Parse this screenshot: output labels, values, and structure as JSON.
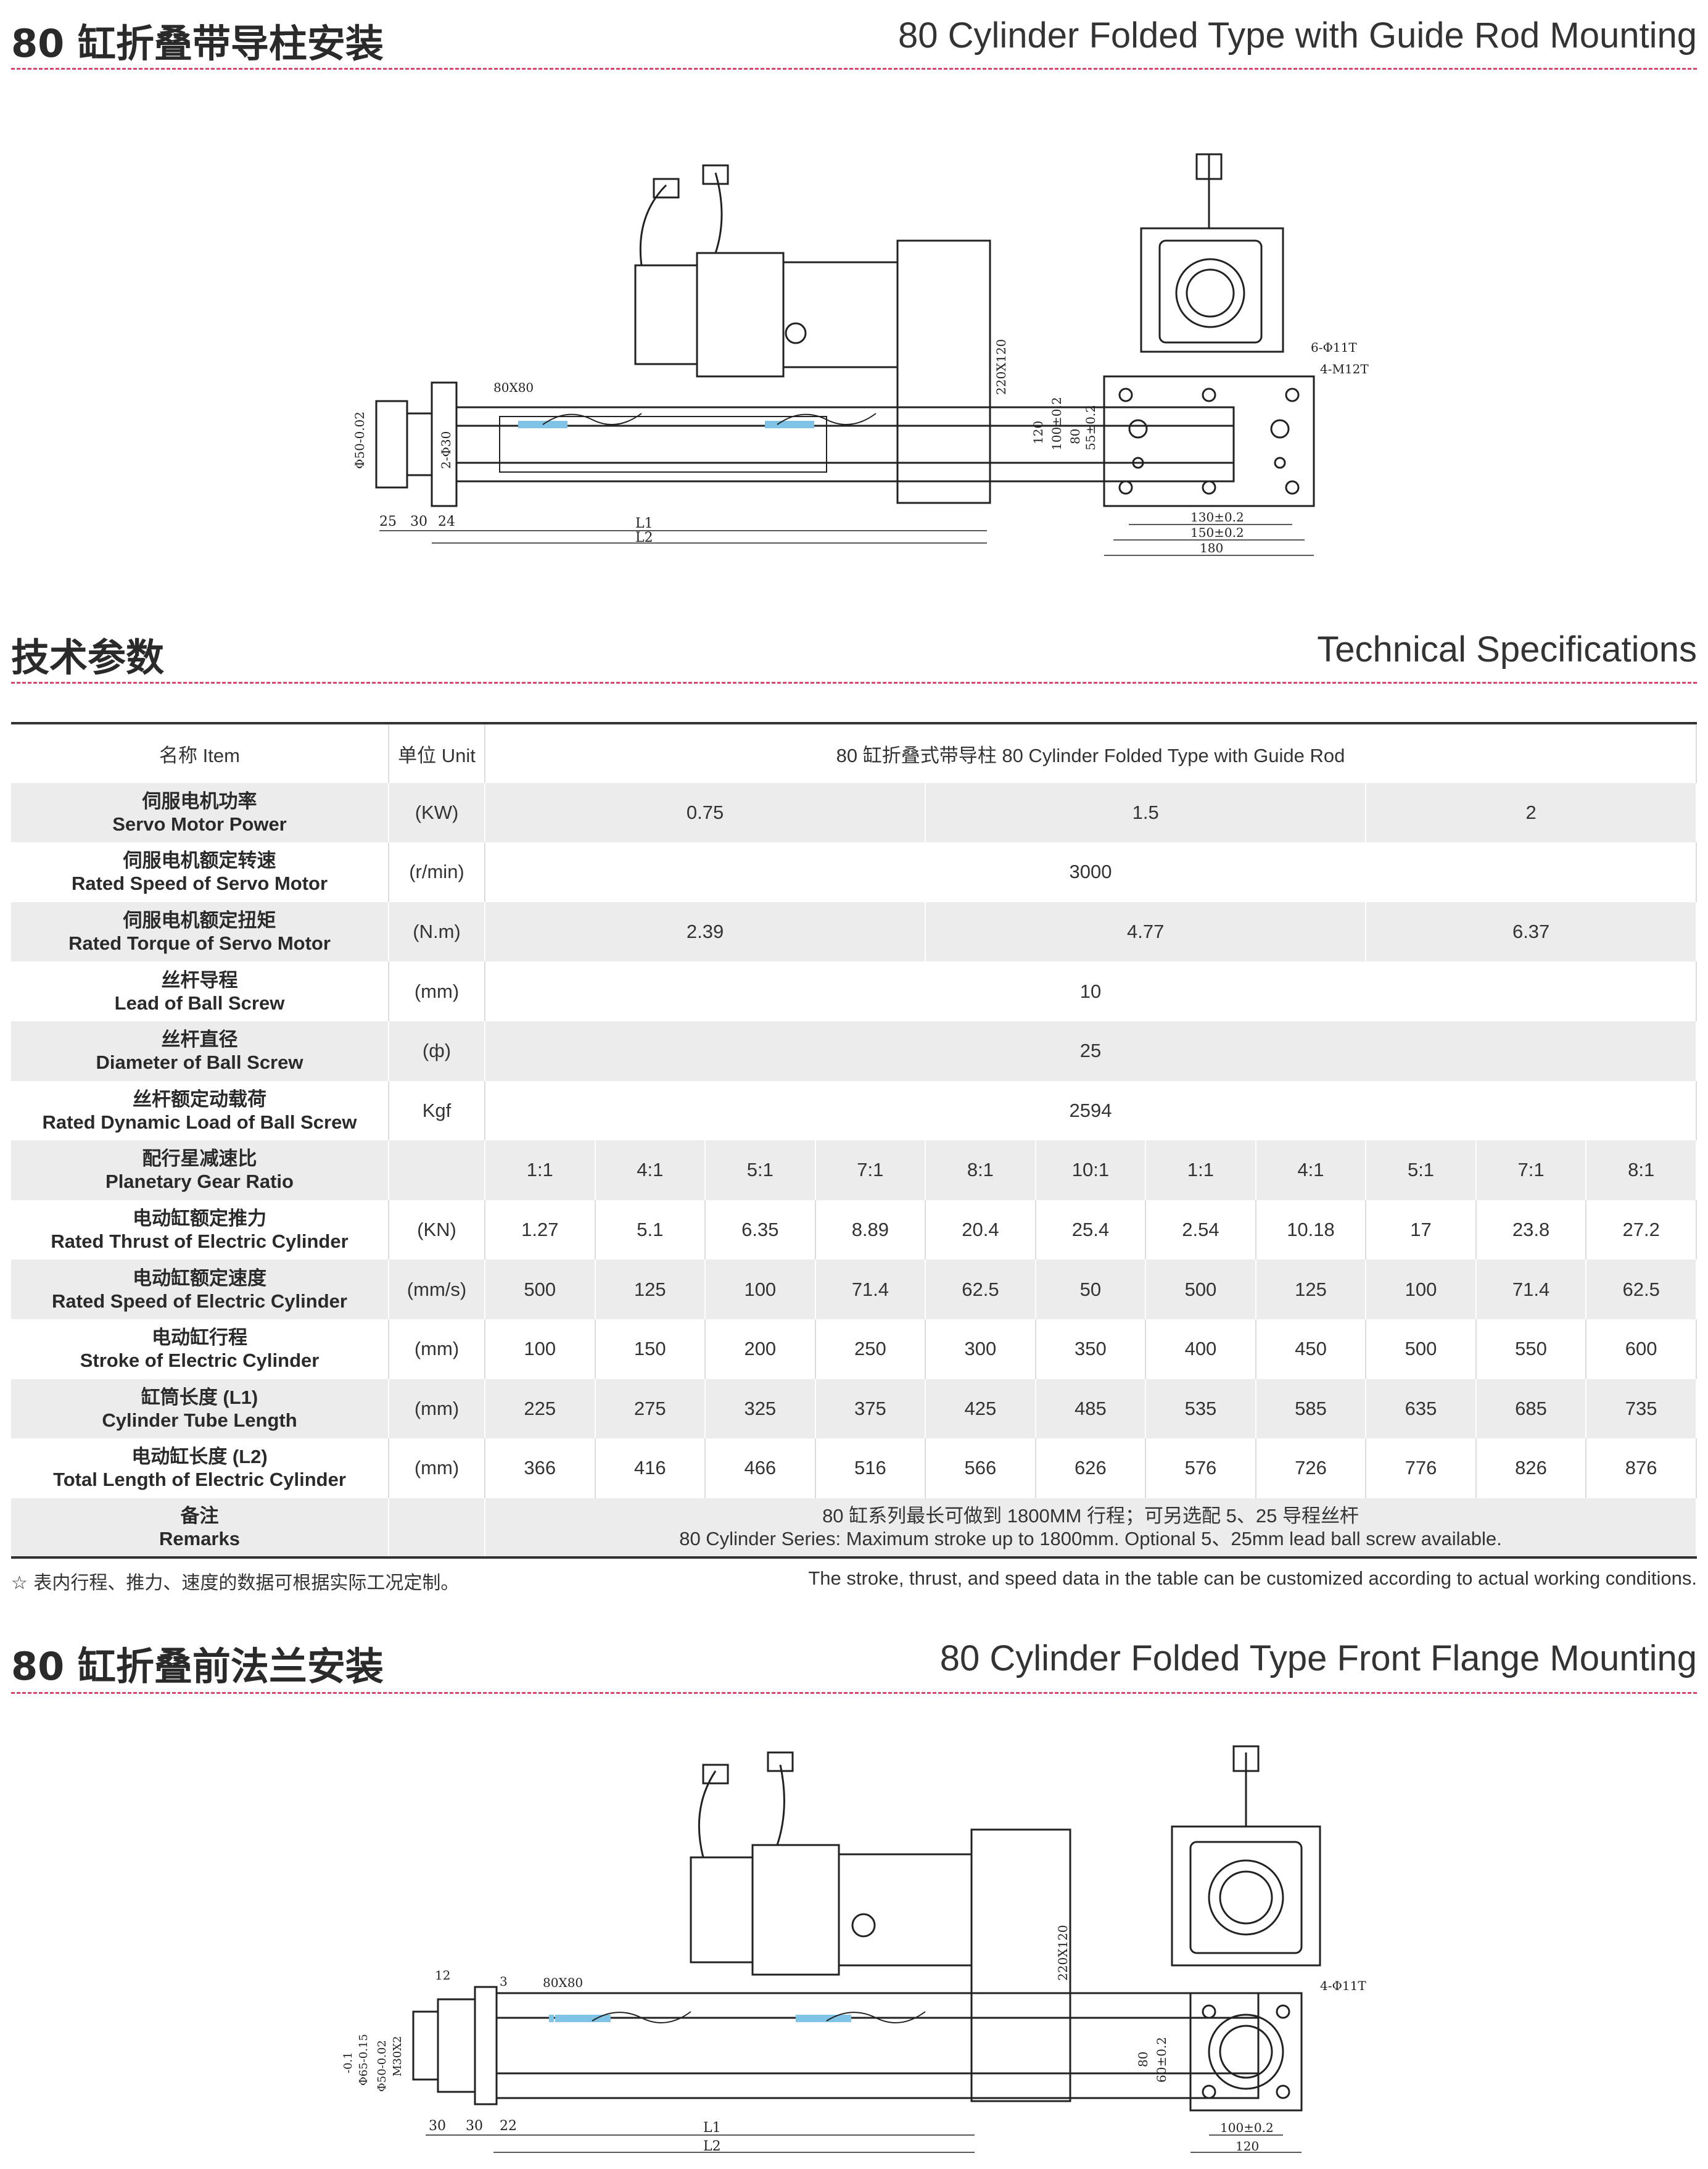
{
  "sections": {
    "guide_rod": {
      "title_cn": "80 缸折叠带导柱安装",
      "title_en": "80 Cylinder Folded Type with Guide Rod Mounting"
    },
    "specs": {
      "title_cn": "技术参数",
      "title_en": "Technical Specifications"
    },
    "front_flange": {
      "title_cn": "80 缸折叠前法兰安装",
      "title_en": "80 Cylinder Folded Type Front Flange Mounting"
    }
  },
  "drawing1": {
    "dims": {
      "d_body": "Φ50-0.02",
      "rod": "2-Φ30",
      "section": "80X80",
      "height": "220X120",
      "a": "25",
      "b": "30",
      "c": "24",
      "l1": "L1",
      "l2": "L2",
      "holes_6": "6-Φ11T",
      "holes_4": "4-M12T",
      "v120": "120",
      "v100": "100±0.2",
      "v80": "80",
      "v55": "55±0.2",
      "h130": "130±0.2",
      "h150": "150±0.2",
      "h180": "180"
    }
  },
  "drawing2": {
    "dims": {
      "tol": "-0.1",
      "d65": "Φ65-0.15",
      "d50": "Φ50-0.02",
      "m30": "M30X2",
      "d12": "12",
      "d3": "3",
      "section": "80X80",
      "height": "220X120",
      "a": "30",
      "b": "30",
      "c": "22",
      "l1": "L1",
      "l2": "L2",
      "holes_4": "4-Φ11T",
      "v80": "80",
      "v60": "60±0.2",
      "h100": "100±0.2",
      "h120": "120"
    }
  },
  "table": {
    "header": {
      "item": "名称 Item",
      "unit": "单位 Unit",
      "model": "80 缸折叠式带导柱 80 Cylinder Folded Type with Guide Rod"
    },
    "rows": [
      {
        "cn": "伺服电机功率",
        "en": "Servo Motor Power",
        "unit": "(KW)",
        "cells": [
          "0.75",
          "1.5",
          "2"
        ],
        "span": [
          3,
          3,
          3
        ]
      },
      {
        "cn": "伺服电机额定转速",
        "en": "Rated Speed of Servo Motor",
        "unit": "(r/min)",
        "cells": [
          "3000"
        ],
        "span": [
          9
        ]
      },
      {
        "cn": "伺服电机额定扭矩",
        "en": "Rated Torque of Servo Motor",
        "unit": "(N.m)",
        "cells": [
          "2.39",
          "4.77",
          "6.37"
        ],
        "span": [
          3,
          3,
          3
        ]
      },
      {
        "cn": "丝杆导程",
        "en": "Lead of Ball Screw",
        "unit": "(mm)",
        "cells": [
          "10"
        ],
        "span": [
          9
        ]
      },
      {
        "cn": "丝杆直径",
        "en": "Diameter of Ball Screw",
        "unit": "(ф)",
        "cells": [
          "25"
        ],
        "span": [
          9
        ]
      },
      {
        "cn": "丝杆额定动载荷",
        "en": "Rated Dynamic Load of Ball Screw",
        "unit": "Kgf",
        "cells": [
          "2594"
        ],
        "span": [
          9
        ]
      },
      {
        "cn": "配行星减速比",
        "en": "Planetary Gear Ratio",
        "unit": "",
        "cells": [
          "1:1",
          "4:1",
          "5:1",
          "7:1",
          "8:1",
          "10:1",
          "1:1",
          "4:1",
          "5:1",
          "7:1",
          "8:1"
        ]
      },
      {
        "cn": "电动缸额定推力",
        "en": "Rated Thrust of Electric Cylinder",
        "unit": "(KN)",
        "cells": [
          "1.27",
          "5.1",
          "6.35",
          "8.89",
          "20.4",
          "25.4",
          "2.54",
          "10.18",
          "17",
          "23.8",
          "27.2"
        ]
      },
      {
        "cn": "电动缸额定速度",
        "en": "Rated Speed of Electric Cylinder",
        "unit": "(mm/s)",
        "cells": [
          "500",
          "125",
          "100",
          "71.4",
          "62.5",
          "50",
          "500",
          "125",
          "100",
          "71.4",
          "62.5"
        ]
      },
      {
        "cn": "电动缸行程",
        "en": "Stroke of Electric Cylinder",
        "unit": "(mm)",
        "cells": [
          "100",
          "150",
          "200",
          "250",
          "300",
          "350",
          "400",
          "450",
          "500",
          "550",
          "600"
        ]
      },
      {
        "cn": "缸筒长度 (L1)",
        "en": "Cylinder Tube Length",
        "unit": "(mm)",
        "cells": [
          "225",
          "275",
          "325",
          "375",
          "425",
          "485",
          "535",
          "585",
          "635",
          "685",
          "735"
        ]
      },
      {
        "cn": "电动缸长度 (L2)",
        "en": "Total Length of Electric Cylinder",
        "unit": "(mm)",
        "cells": [
          "366",
          "416",
          "466",
          "516",
          "566",
          "626",
          "576",
          "726",
          "776",
          "826",
          "876"
        ]
      }
    ],
    "remarks": {
      "cn": "备注",
      "en": "Remarks",
      "line1": "80 缸系列最长可做到 1800MM 行程；可另选配 5、25 导程丝杆",
      "line2": "80 Cylinder Series: Maximum stroke up to 1800mm. Optional 5、25mm lead ball screw available."
    }
  },
  "notes": {
    "left": "☆ 表内行程、推力、速度的数据可根据实际工况定制。",
    "right": "The stroke, thrust, and speed data in the table can be customized according to actual working conditions."
  }
}
